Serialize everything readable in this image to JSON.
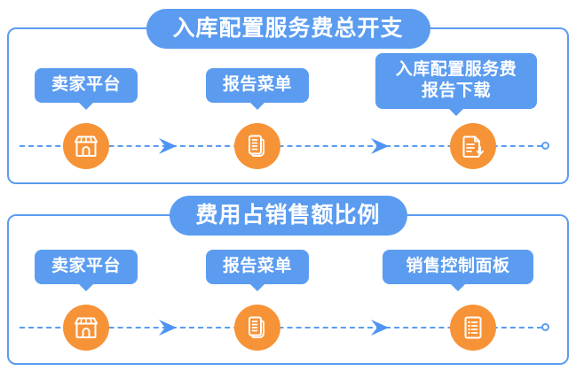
{
  "theme": {
    "accent_blue": "#5B9CF0",
    "accent_orange": "#F79337",
    "background": "#FFFFFF",
    "label_text": "#FFFFFF"
  },
  "panels": [
    {
      "title": "入库配置服务费总开支",
      "steps": [
        {
          "label": "卖家平台",
          "icon": "storefront-icon"
        },
        {
          "label": "报告菜单",
          "icon": "document-report-icon"
        },
        {
          "label": "入库配置服务费\n报告下载",
          "icon": "document-download-icon"
        }
      ],
      "connectors": [
        "arrow-chevron-icon",
        "arrow-chevron-icon"
      ],
      "rail_end": "rail-end-circle"
    },
    {
      "title": "费用占销售额比例",
      "steps": [
        {
          "label": "卖家平台",
          "icon": "storefront-icon"
        },
        {
          "label": "报告菜单",
          "icon": "document-report-icon"
        },
        {
          "label": "销售控制面板",
          "icon": "dashboard-list-icon"
        }
      ],
      "connectors": [
        "arrow-chevron-icon",
        "arrow-chevron-icon"
      ],
      "rail_end": "rail-end-circle"
    }
  ]
}
